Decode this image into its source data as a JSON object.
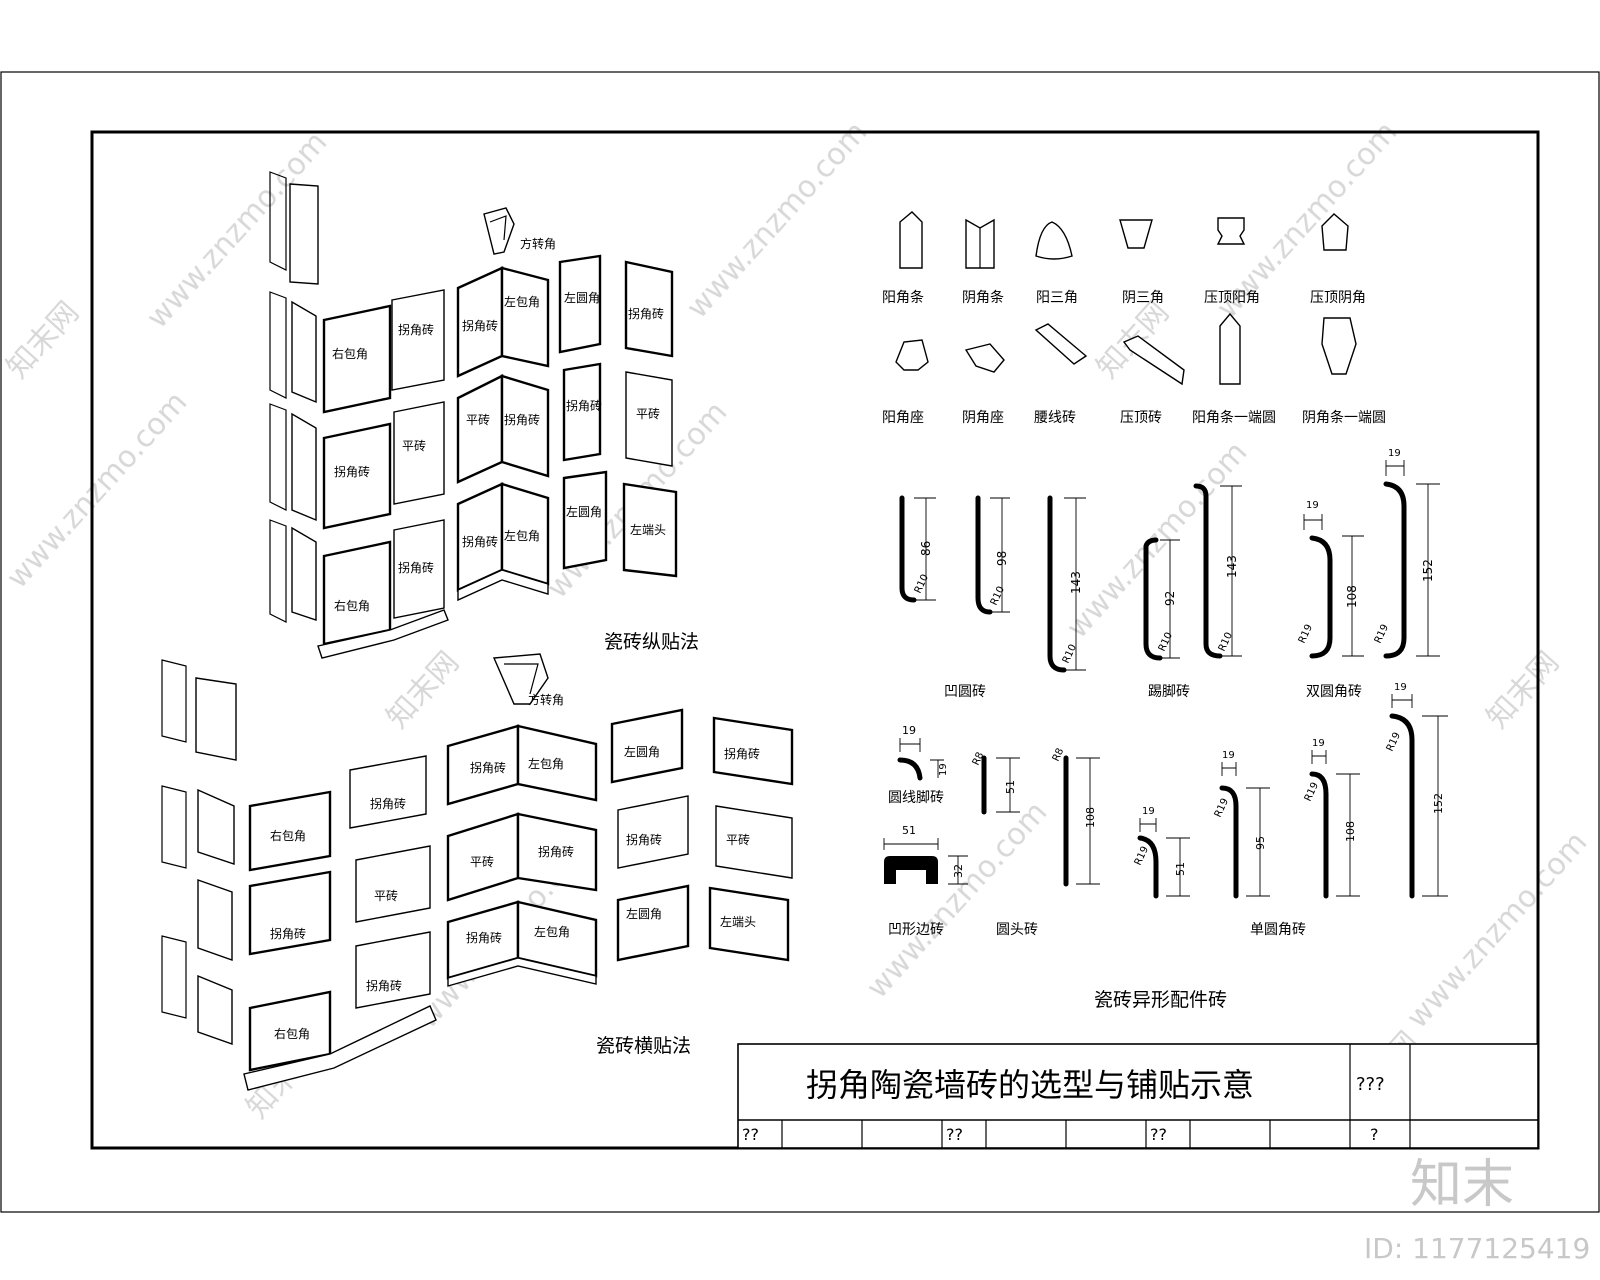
{
  "drawing": {
    "title": "拐角陶瓷墙砖的选型与铺贴示意",
    "title_block": {
      "code_cell": "???",
      "row_cells": [
        "??",
        "??",
        "??",
        "?"
      ]
    }
  },
  "watermark": {
    "site": "www.znzmo.com",
    "brand": "知末网",
    "logo": "知末",
    "id_text": "ID: 1177125419"
  },
  "vertical_section": {
    "caption": "瓷砖纵贴法",
    "corner_label": "方转角",
    "tiles": {
      "r1": [
        "右包角",
        "拐角砖",
        "拐角砖",
        "左包角",
        "左圆角",
        "拐角砖"
      ],
      "r2": [
        "拐角砖",
        "平砖",
        "平砖",
        "拐角砖",
        "拐角砖",
        "平砖"
      ],
      "r3": [
        "右包角",
        "拐角砖",
        "拐角砖",
        "左包角",
        "左圆角",
        "左端头"
      ]
    }
  },
  "horizontal_section": {
    "caption": "瓷砖横贴法",
    "corner_label": "方转角",
    "tiles": {
      "r1": [
        "右包角",
        "拐角砖",
        "拐角砖",
        "左包角",
        "左圆角",
        "拐角砖"
      ],
      "r2": [
        "拐角砖",
        "平砖",
        "平砖",
        "拐角砖",
        "拐角砖",
        "平砖"
      ],
      "r3": [
        "右包角",
        "拐角砖",
        "拐角砖",
        "左包角",
        "左圆角",
        "左端头"
      ]
    }
  },
  "fittings": {
    "caption": "瓷砖异形配件砖",
    "row1": [
      "阳角条",
      "阴角条",
      "阳三角",
      "阴三角",
      "压顶阳角",
      "压顶阴角"
    ],
    "row2": [
      "阳角座",
      "阴角座",
      "腰线砖",
      "压顶砖",
      "阳角条一端圆",
      "阴角条一端圆"
    ],
    "profile_groups": [
      "凹圆砖",
      "踢脚砖",
      "双圆角砖"
    ],
    "profiles_row1": {
      "dims": [
        "86",
        "98",
        "143",
        "92",
        "143",
        "108",
        "152"
      ],
      "widths": [
        "19",
        "19"
      ],
      "radii": [
        "R10",
        "R10",
        "R10",
        "R10",
        "R10",
        "R19",
        "R19"
      ]
    },
    "bottom_groups": [
      "圆线脚砖",
      "凹形边砖",
      "圆头砖",
      "单圆角砖"
    ],
    "profiles_row2": {
      "dims": [
        "19",
        "51",
        "108",
        "51",
        "95",
        "108",
        "152",
        "51",
        "32"
      ],
      "widths": [
        "19",
        "19",
        "19",
        "19",
        "19"
      ],
      "radii": [
        "R8",
        "R8",
        "R19",
        "R19",
        "R19",
        "R19"
      ]
    }
  }
}
